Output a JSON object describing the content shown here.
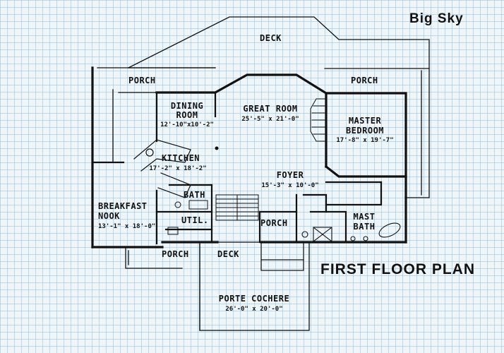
{
  "header": {
    "plan_name": "Big Sky"
  },
  "heading": "FIRST FLOOR PLAN",
  "rooms": {
    "deck_top": {
      "name": "DECK"
    },
    "porch_left": {
      "name": "PORCH"
    },
    "porch_right": {
      "name": "PORCH"
    },
    "dining_room": {
      "name_line1": "DINING",
      "name_line2": "ROOM",
      "size": "12'-10\"x10'-2\""
    },
    "great_room": {
      "name": "GREAT ROOM",
      "size": "25'-5\" x 21'-0\""
    },
    "master_bedroom": {
      "name_line1": "MASTER",
      "name_line2": "BEDROOM",
      "size": "17'-8\" x 19'-7\""
    },
    "kitchen": {
      "name": "KITCHEN",
      "size": "17'-2\" x 18'-2\""
    },
    "foyer": {
      "name": "FOYER",
      "size": "15'-3\" x 10'-0\""
    },
    "bath": {
      "name": "BATH"
    },
    "breakfast_nook": {
      "name_line1": "BREAKFAST",
      "name_line2": "NOOK",
      "size": "13'-1\" x 18'-0\""
    },
    "utility": {
      "name": "UTIL."
    },
    "porch_center": {
      "name": "PORCH"
    },
    "mast_bath": {
      "name_line1": "MAST",
      "name_line2": "BATH"
    },
    "porch_bottom": {
      "name": "PORCH"
    },
    "deck_bottom": {
      "name": "DECK"
    },
    "porte_cochere": {
      "name": "PORTE COCHERE",
      "size": "26'-0\" x 20'-0\""
    }
  }
}
